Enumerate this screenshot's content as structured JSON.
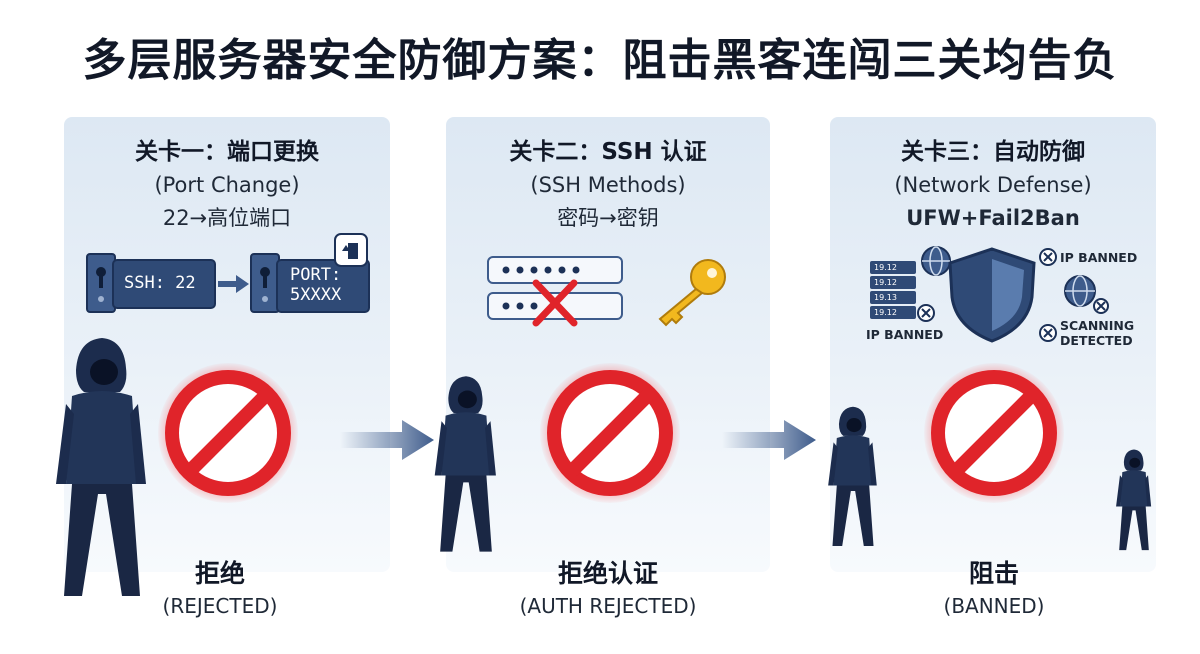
{
  "title": "多层服务器安全防御方案：阻击黑客连闯三关均告负",
  "colors": {
    "accent": "#2f4a76",
    "danger": "#e0242a",
    "panel": "#e4edf6"
  },
  "stages": [
    {
      "heading": "关卡一：端口更换",
      "subheading": "(Port Change)",
      "detail": "22→高位端口",
      "lock_before": "SSH: 22",
      "lock_after_line1": "PORT:",
      "lock_after_line2": "5XXXX",
      "result": "拒绝",
      "result_en": "(REJECTED)"
    },
    {
      "heading": "关卡二：SSH 认证",
      "subheading": "(SSH Methods)",
      "detail": "密码→密钥",
      "result": "拒绝认证",
      "result_en": "(AUTH REJECTED)"
    },
    {
      "heading": "关卡三：自动防御",
      "subheading": "(Network Defense)",
      "detail": "UFW+Fail2Ban",
      "server_ips": [
        "19.12",
        "19.12",
        "19.13",
        "19.12"
      ],
      "tag_ip_banned_top": "IP BANNED",
      "tag_ip_banned_left": "IP BANNED",
      "tag_scanning_1": "SCANNING",
      "tag_scanning_2": "DETECTED",
      "result": "阻击",
      "result_en": "(BANNED)"
    }
  ],
  "icons": [
    "door-lock-icon",
    "arrow-right-icon",
    "door-lock-icon",
    "keyhole-icon",
    "password-field-icon",
    "red-x-icon",
    "key-icon",
    "server-rack-icon",
    "globe-icon",
    "shield-icon",
    "x-badge-icon",
    "prohibited-sign-icon",
    "hooded-hacker-icon"
  ]
}
